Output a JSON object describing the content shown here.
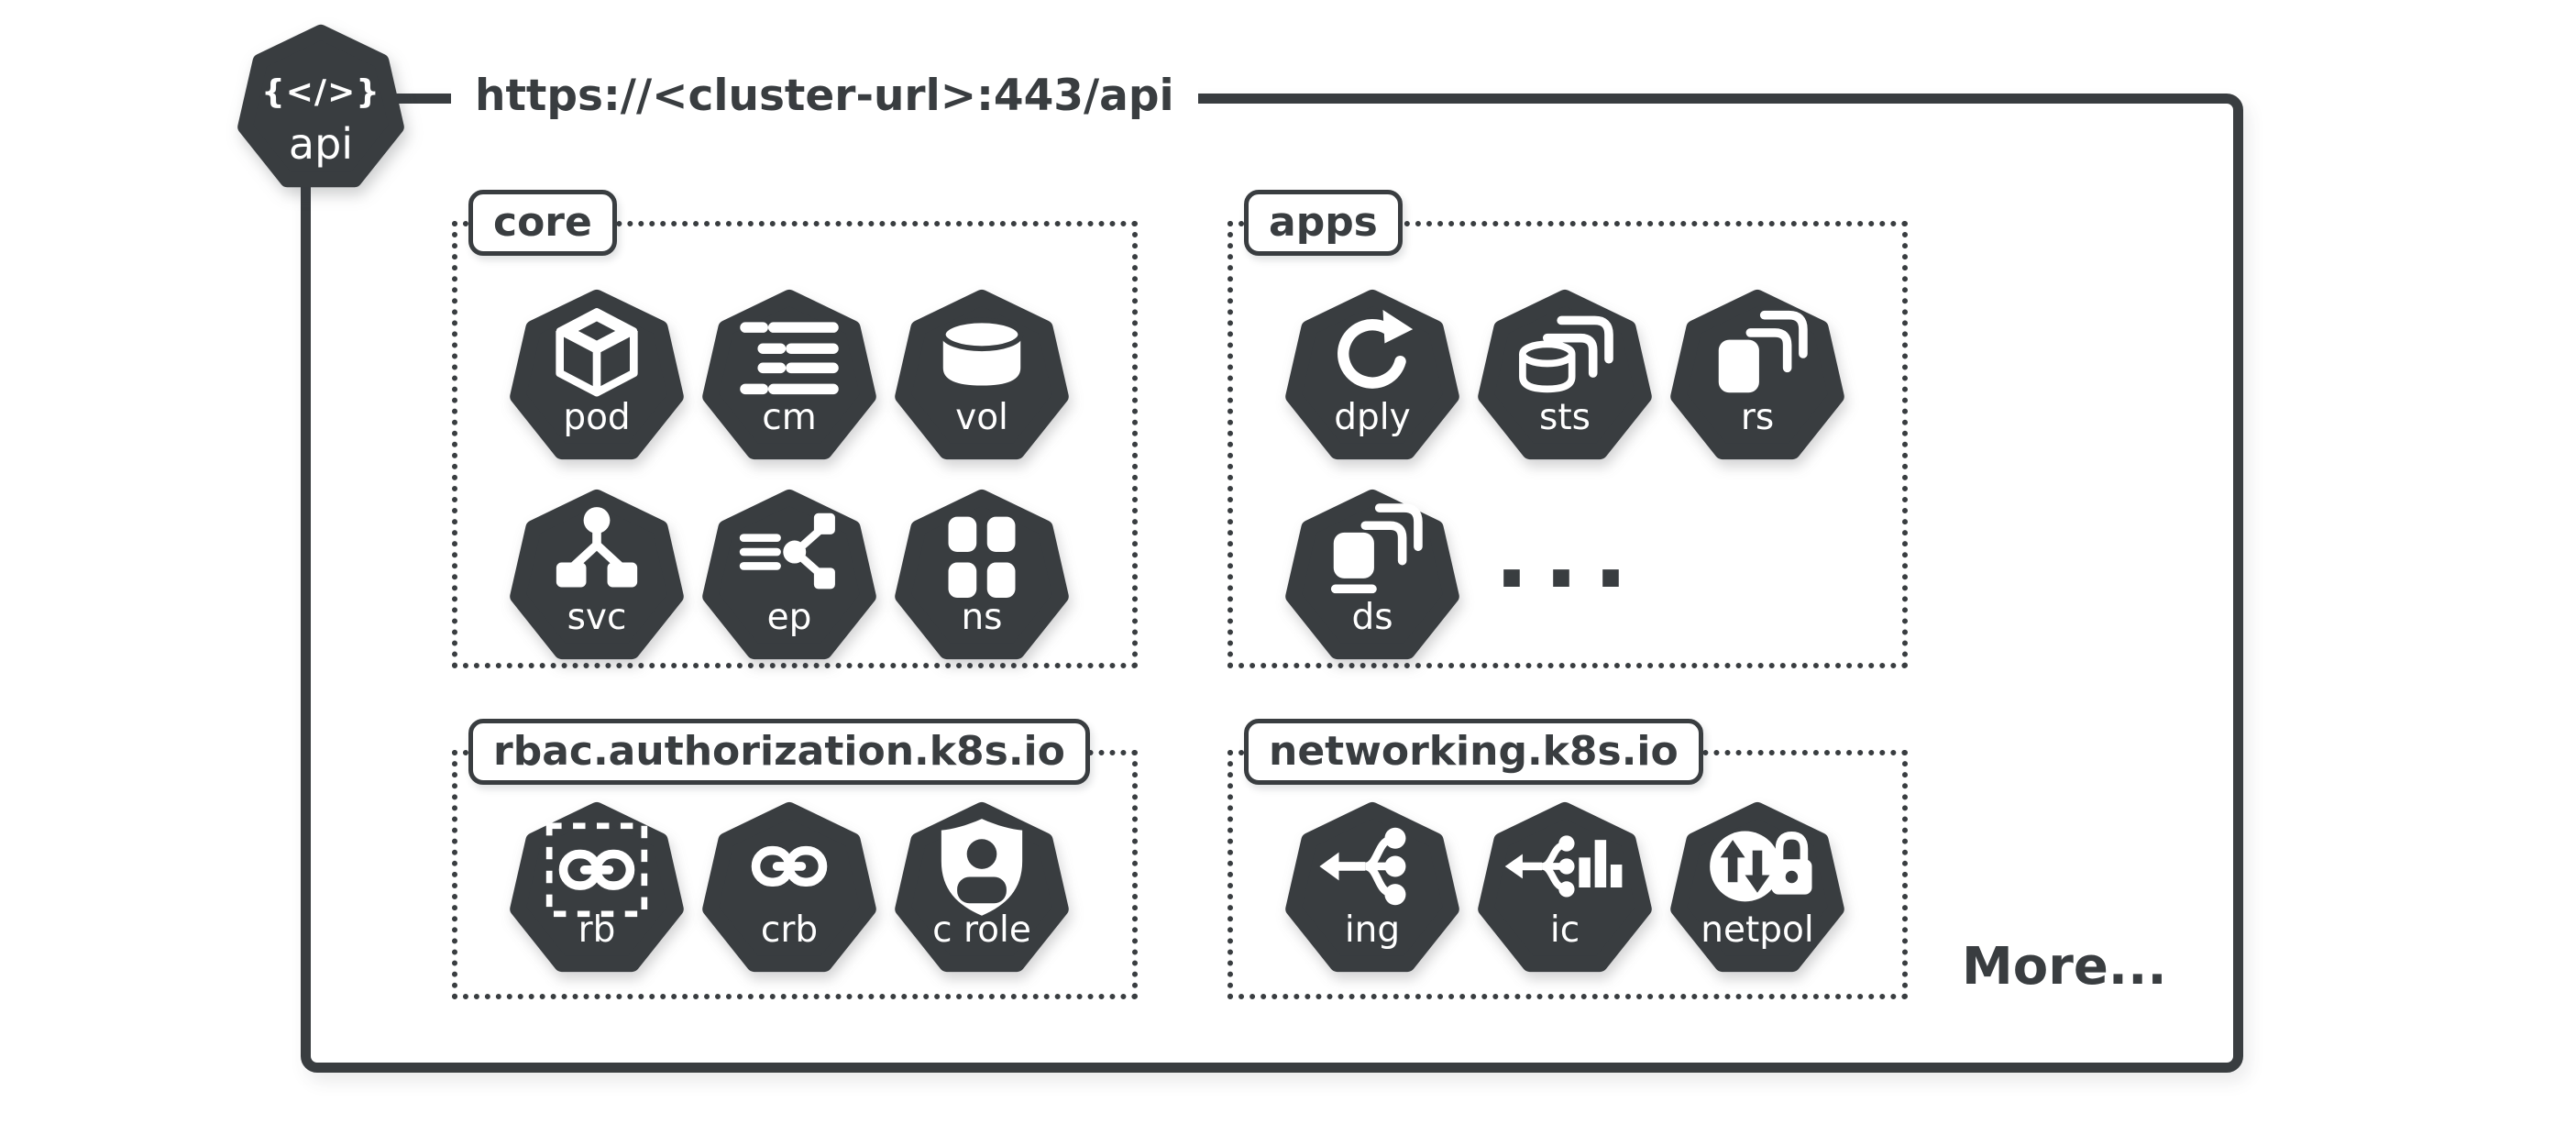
{
  "colors": {
    "dark": "#393d40",
    "background": "#ffffff"
  },
  "api_node": {
    "glyph": "{</>}",
    "label": "api"
  },
  "endpoint_title": "https://<cluster-url>:443/api",
  "more_label": "More...",
  "groups": [
    {
      "id": "core",
      "label": "core",
      "tiles": [
        {
          "abbr": "pod",
          "icon": "pod-cube-icon"
        },
        {
          "abbr": "cm",
          "icon": "configmap-list-icon"
        },
        {
          "abbr": "vol",
          "icon": "volume-cylinder-icon"
        },
        {
          "abbr": "svc",
          "icon": "service-network-icon"
        },
        {
          "abbr": "ep",
          "icon": "endpoints-share-icon"
        },
        {
          "abbr": "ns",
          "icon": "namespace-grid-icon"
        }
      ]
    },
    {
      "id": "apps",
      "label": "apps",
      "ellipsis": "...",
      "tiles": [
        {
          "abbr": "dply",
          "icon": "deployment-refresh-icon"
        },
        {
          "abbr": "sts",
          "icon": "statefulset-cylinder-copies-icon"
        },
        {
          "abbr": "rs",
          "icon": "replicaset-copies-icon"
        },
        {
          "abbr": "ds",
          "icon": "daemonset-copies-icon"
        }
      ]
    },
    {
      "id": "rbac",
      "label": "rbac.authorization.k8s.io",
      "tiles": [
        {
          "abbr": "rb",
          "icon": "rolebinding-link-dashed-icon"
        },
        {
          "abbr": "crb",
          "icon": "clusterrolebinding-link-icon"
        },
        {
          "abbr": "c role",
          "icon": "clusterrole-shield-user-icon"
        }
      ]
    },
    {
      "id": "networking",
      "label": "networking.k8s.io",
      "tiles": [
        {
          "abbr": "ing",
          "icon": "ingress-fanin-icon"
        },
        {
          "abbr": "ic",
          "icon": "ingressclass-bars-icon"
        },
        {
          "abbr": "netpol",
          "icon": "networkpolicy-lock-icon"
        }
      ]
    }
  ]
}
